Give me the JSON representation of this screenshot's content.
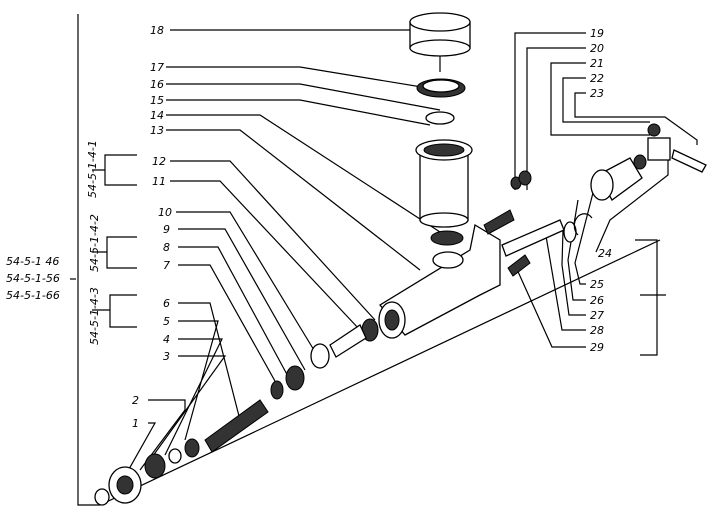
{
  "callouts_left": [
    "18",
    "17",
    "16",
    "15",
    "14",
    "13",
    "12",
    "11",
    "10",
    "9",
    "8",
    "7",
    "6",
    "5",
    "4",
    "3",
    "2",
    "1"
  ],
  "callouts_right": [
    "19",
    "20",
    "21",
    "22",
    "23",
    "24",
    "25",
    "26",
    "27",
    "28",
    "29"
  ],
  "group_codes": [
    "54-5-1-4-1",
    "54-5-1-4-2",
    "54-5-1-4-3"
  ],
  "assembly_codes": [
    "54-5-1 46",
    "54-5-1-56",
    "54-5-1-66"
  ]
}
